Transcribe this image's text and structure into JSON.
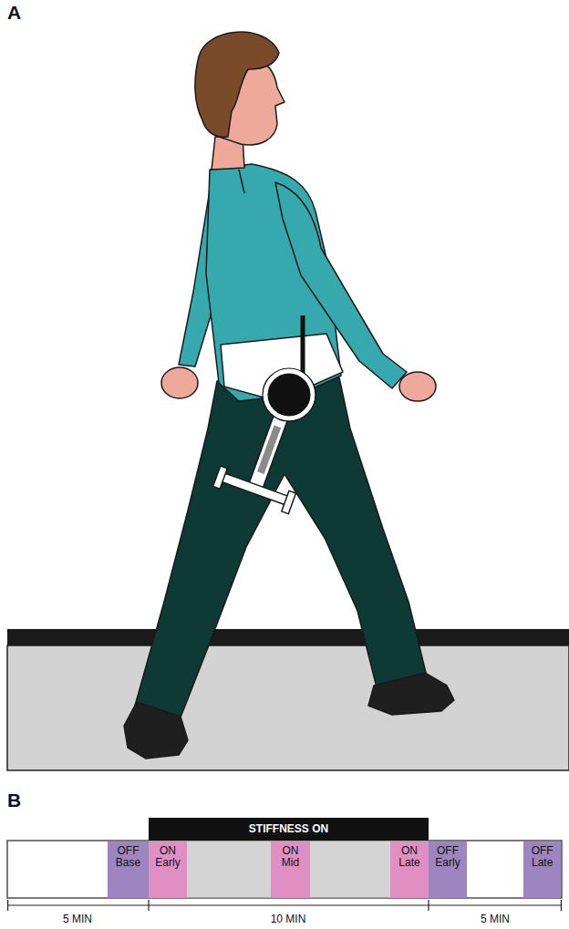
{
  "diagram": {
    "nodes": [
      {
        "text": [
          "STIFFNESS ON"
        ]
      },
      {
        "text": [
          "OFF Base"
        ]
      },
      {
        "text": [
          "ON Early"
        ]
      },
      {
        "text": [
          "ON Mid"
        ]
      },
      {
        "text": [
          "ON Late"
        ]
      },
      {
        "text": [
          "OFF Early"
        ]
      },
      {
        "text": [
          "OFF Late"
        ]
      }
    ],
    "labels": [
      "A",
      "B",
      "5 MIN",
      "10 MIN",
      "5 MIN"
    ]
  }
}
